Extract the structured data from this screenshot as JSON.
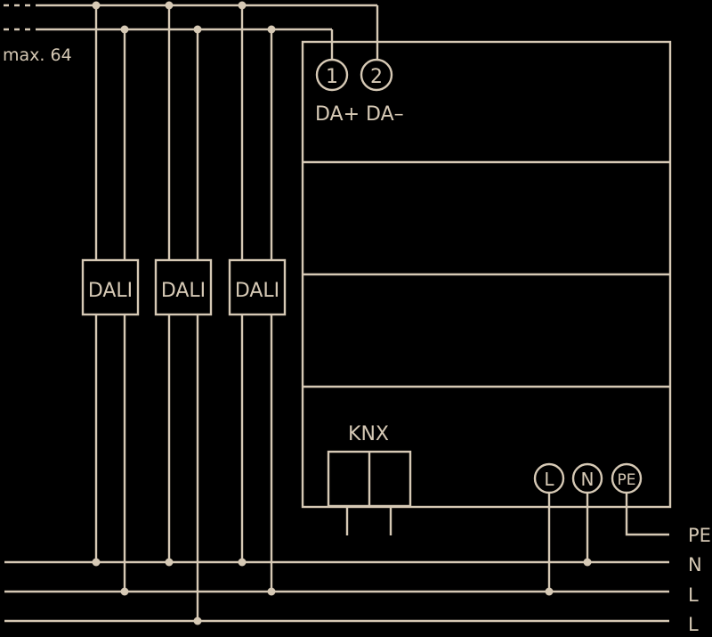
{
  "diagram": {
    "max_label": "max. 64",
    "dali_label": "DALI",
    "terminal_1": "1",
    "terminal_2": "2",
    "da_labels": "DA+ DA–",
    "knx_label": "KNX",
    "l_label": "L",
    "n_label": "N",
    "pe_label": "PE",
    "rail_labels": [
      "PE",
      "N",
      "L",
      "L"
    ],
    "colors": {
      "line": "#d6c9b5",
      "background": "#000000"
    }
  }
}
